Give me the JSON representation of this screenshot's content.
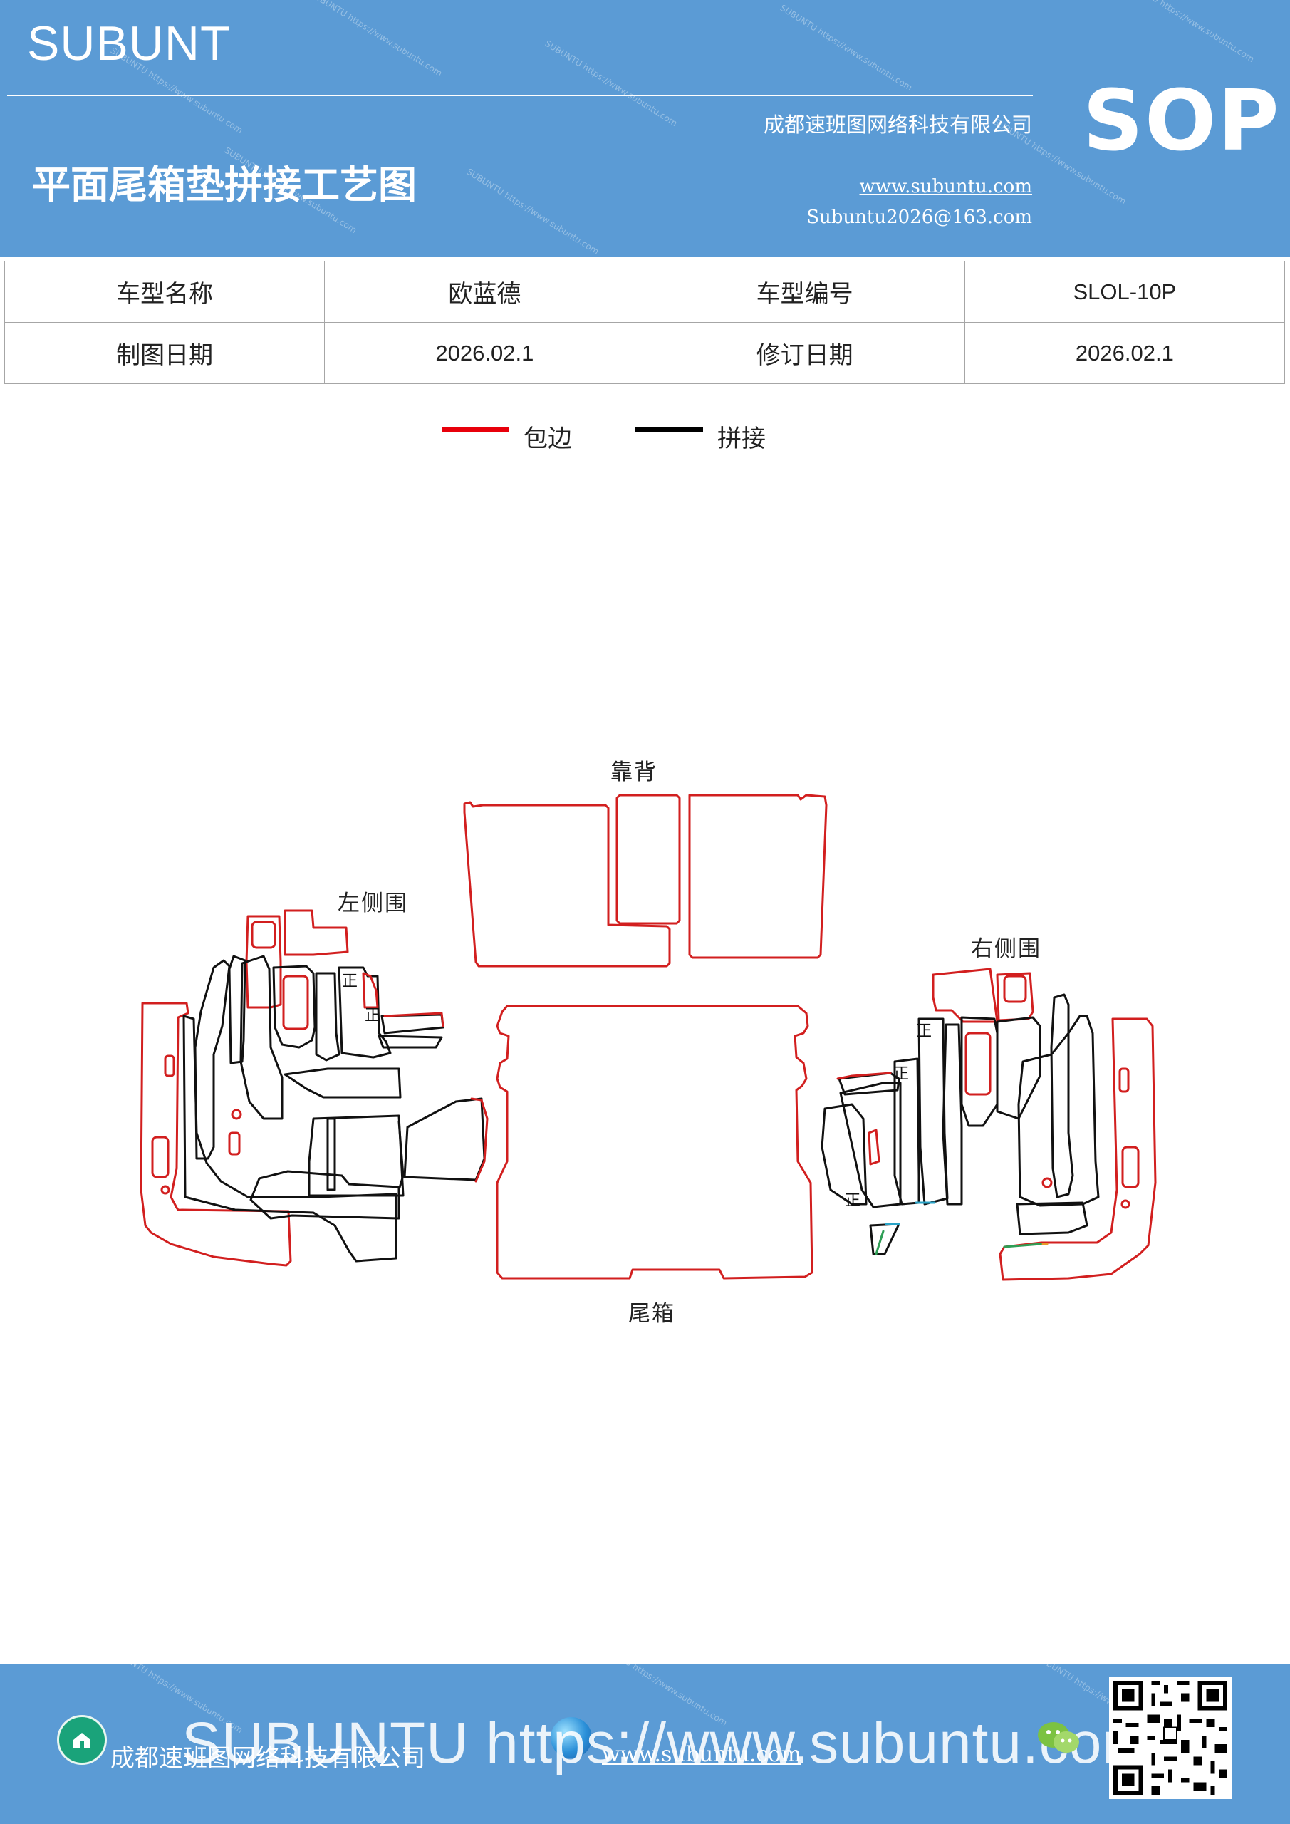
{
  "header": {
    "brand": "SUBUNT",
    "title": "平面尾箱垫拼接工艺图",
    "company": "成都速班图网络科技有限公司",
    "website": "www.subuntu.com",
    "email": "Subuntu2026@163.com",
    "badge": "SOP",
    "watermark": "SUBUNTU https://www.subuntu.com"
  },
  "info": {
    "rows": [
      [
        {
          "label": "车型名称",
          "value": "欧蓝德"
        },
        {
          "label": "车型编号",
          "value": "SLOL-10P"
        }
      ],
      [
        {
          "label": "制图日期",
          "value": "2026.02.1"
        },
        {
          "label": "修订日期",
          "value": "2026.02.1"
        }
      ]
    ]
  },
  "legend": {
    "items": [
      {
        "label": "包边",
        "color": "#e8000b"
      },
      {
        "label": "拼接",
        "color": "#000000"
      }
    ]
  },
  "diagram": {
    "sections": {
      "backrest": "靠背",
      "left": "左侧围",
      "right": "右侧围",
      "trunk": "尾箱"
    },
    "marker": "正",
    "colors": {
      "edge": "#d21f1f",
      "seam": "#111111",
      "accent_blue": "#2aa3c7",
      "accent_green": "#2f9e55",
      "accent_orange": "#e89a2a"
    }
  },
  "footer": {
    "company": "成都速班图网络科技有限公司",
    "website": "www.subuntu.com",
    "watermark": "SUBUNTU https://www.subuntu.com"
  }
}
